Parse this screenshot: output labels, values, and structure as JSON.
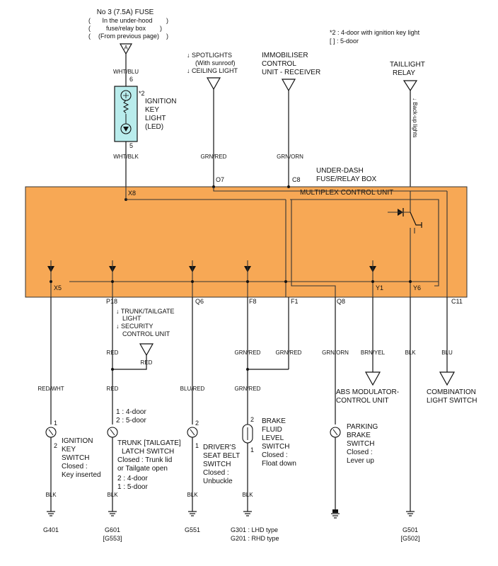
{
  "colors": {
    "box_fill": "#f7a855",
    "led_fill": "#b9ecec",
    "line": "#111111"
  },
  "fuse": {
    "line1": "No 3 (7.5A) FUSE",
    "line2": "In the under-hood",
    "line3": "fuse/relay box",
    "line4": "(From previous page)",
    "connector": "A"
  },
  "legend": {
    "line1": "*2 : 4-door with ignition key light",
    "line2": "[   ] : 5-door"
  },
  "ign_light": {
    "star": "*2",
    "title": [
      "IGNITION",
      "KEY",
      "LIGHT",
      "(LED)"
    ],
    "pin_top": "6",
    "pin_bottom": "5",
    "wire_top": "WHT/BLU",
    "wire_bottom": "WHT/BLK"
  },
  "spotlights": {
    "line1": "↓ SPOTLIGHTS",
    "line2": "(With sunroof)",
    "line3": "↓ CEILING LIGHT",
    "wire": "GRN/RED",
    "terminal": "O7"
  },
  "immobiliser": {
    "lines": [
      "IMMOBILISER",
      "CONTROL",
      "UNIT - RECEIVER"
    ],
    "wire": "GRN/ORN",
    "terminal": "C8"
  },
  "taillight": {
    "lines": [
      "TAILLIGHT",
      "RELAY"
    ],
    "rotated_text": "↓ Back-up lights"
  },
  "relay_box": {
    "line1": "UNDER-DASH",
    "line2": "FUSE/RELAY BOX",
    "unit": "MULTIPLEX CONTROL UNIT",
    "top_terminal": "X8"
  },
  "bottom_terminals": [
    "X5",
    "P18",
    "Q6",
    "F8",
    "F1",
    "Q8",
    "Y1",
    "Y6",
    "C11"
  ],
  "trunk_note": {
    "line1": "↓ TRUNK/TAILGATE",
    "line2": "LIGHT",
    "line3": "↓ SECURITY",
    "line4": "CONTROL UNIT"
  },
  "wires": {
    "x5_low": "RED/WHT",
    "p18_mid": "RED",
    "p18_branch": "RED",
    "p18_low": "RED",
    "q6_low": "BLU/RED",
    "f8_mid": "GRN/RED",
    "f8_low": "GRN/RED",
    "f1_mid": "GRN/RED",
    "q8_mid": "GRN/ORN",
    "y1_mid": "BRN/YEL",
    "y6_mid": "BLK",
    "c11_mid": "BLU"
  },
  "abs": {
    "lines": [
      "ABS MODULATOR-",
      "CONTROL UNIT"
    ]
  },
  "combination": {
    "lines": [
      "COMBINATION",
      "LIGHT SWITCH"
    ]
  },
  "ign_switch": {
    "pin_top": "1",
    "pin_bottom": "2",
    "lines": [
      "IGNITION",
      "KEY",
      "SWITCH",
      "Closed :",
      "Key inserted"
    ],
    "wire": "BLK",
    "ground": "G401"
  },
  "trunk_switch": {
    "pins_top": [
      "1 : 4-door",
      "2 : 5-door"
    ],
    "lines": [
      "TRUNK [TAILGATE]",
      "LATCH SWITCH",
      "Closed : Trunk lid",
      "or Tailgate open"
    ],
    "pins_bottom": [
      "2 : 4-door",
      "1 : 5-door"
    ],
    "wire": "BLK",
    "ground": "G601",
    "ground2": "[G553]"
  },
  "seatbelt": {
    "pin_top": "2",
    "pin_bottom": "1",
    "lines": [
      "DRIVER'S",
      "SEAT BELT",
      "SWITCH",
      "Closed :",
      "Unbuckle"
    ],
    "wire": "BLK",
    "ground": "G551"
  },
  "brake_fluid": {
    "pin_top": "2",
    "pin_bottom": "1",
    "lines": [
      "BRAKE",
      "FLUID",
      "LEVEL",
      "SWITCH",
      "Closed :",
      "Float down"
    ],
    "wire": "BLK",
    "ground1": "G301 : LHD type",
    "ground2": "G201 : RHD type"
  },
  "parking": {
    "lines": [
      "PARKING",
      "BRAKE",
      "SWITCH",
      "Closed :",
      "Lever up"
    ]
  },
  "ground_y6": {
    "wire": "BLK",
    "ground": "G501",
    "ground2": "[G502]"
  }
}
